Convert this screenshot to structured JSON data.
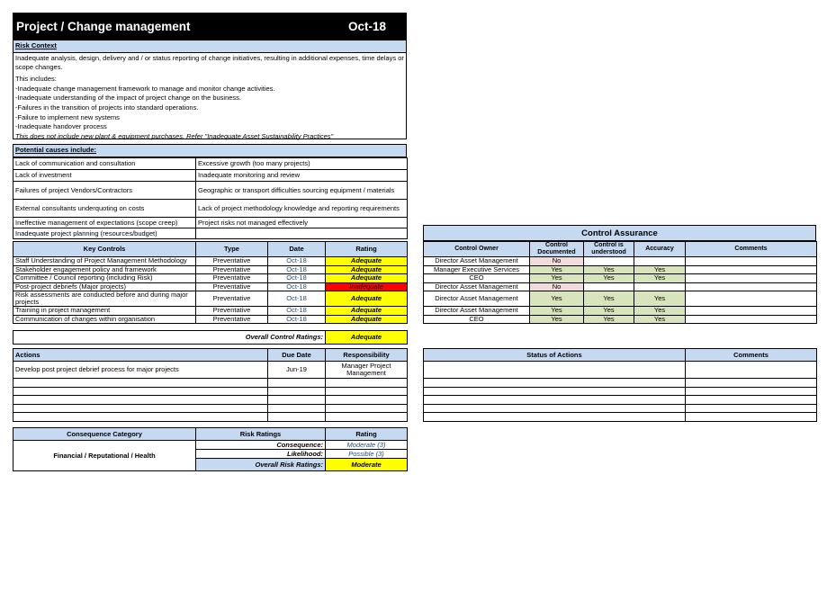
{
  "header": {
    "title": "Project / Change management",
    "date": "Oct-18"
  },
  "risk_context": {
    "heading": "Risk Context",
    "lines": [
      "Inadequate analysis, design, delivery and / or status reporting of change initiatives, resulting in additional expenses, time delays or scope changes.",
      "This includes:",
      "-Inadequate change management framework to manage and monitor change activities.",
      "-Inadequate understanding of the impact of project change on the business.",
      "-Failures in the transition of projects into standard operations.",
      "-Failure to implement new systems",
      "-Inadequate handover process",
      "This does not include new plant & equipment purchases.  Refer \"Inadequate Asset Sustainability Practices\""
    ]
  },
  "causes": {
    "heading": "Potential causes include:",
    "rows": [
      [
        "Lack of communication and consultation",
        "Excessive growth (too many projects)"
      ],
      [
        "Lack of investment",
        "Inadequate monitoring and review"
      ],
      [
        "Failures of project Vendors/Contractors",
        "Geographic or transport difficulties sourcing equipment / materials"
      ],
      [
        "External consultants underquoting on costs",
        "Lack of project methodology knowledge and reporting requirements"
      ],
      [
        "Ineffective management of expectations (scope creep)",
        "Project risks not managed effectively"
      ],
      [
        "Inadequate project planning (resources/budget)",
        ""
      ]
    ]
  },
  "controls": {
    "headers": [
      "Key Controls",
      "Type",
      "Date",
      "Rating"
    ],
    "rows": [
      {
        "name": "Staff Understanding of Project Management Methodology",
        "type": "Preventative",
        "date": "Oct-18",
        "rating": "Adequate"
      },
      {
        "name": "Stakeholder engagement policy and framework",
        "type": "Preventative",
        "date": "Oct-18",
        "rating": "Adequate"
      },
      {
        "name": "Committee / Council reporting (including Risk)",
        "type": "Preventative",
        "date": "Oct-18",
        "rating": "Adequate"
      },
      {
        "name": "Post-project debriefs (Major projects)",
        "type": "Preventative",
        "date": "Oct-18",
        "rating": "Inadequate"
      },
      {
        "name": "Risk assessments are conducted before and during major projects",
        "type": "Preventative",
        "date": "Oct-18",
        "rating": "Adequate"
      },
      {
        "name": "Training in project management",
        "type": "Preventative",
        "date": "Oct-18",
        "rating": "Adequate"
      },
      {
        "name": "Communication of changes within organisation",
        "type": "Preventative",
        "date": "Oct-18",
        "rating": "Adequate"
      }
    ],
    "overall_label": "Overall Control Ratings:",
    "overall_value": "Adequate"
  },
  "control_assurance": {
    "title": "Control Assurance",
    "headers": [
      "Control Owner",
      "Control Documented",
      "Control is understood",
      "Accuracy",
      "Comments"
    ],
    "rows": [
      {
        "owner": "Director Asset Management",
        "documented": "No",
        "understood": "",
        "accuracy": "",
        "comments": ""
      },
      {
        "owner": "Manager Executive Services",
        "documented": "Yes",
        "understood": "Yes",
        "accuracy": "Yes",
        "comments": ""
      },
      {
        "owner": "CEO",
        "documented": "Yes",
        "understood": "Yes",
        "accuracy": "Yes",
        "comments": ""
      },
      {
        "owner": "Director Asset Management",
        "documented": "No",
        "understood": "",
        "accuracy": "",
        "comments": ""
      },
      {
        "owner": "Director Asset Management",
        "documented": "Yes",
        "understood": "Yes",
        "accuracy": "Yes",
        "comments": ""
      },
      {
        "owner": "Director Asset Management",
        "documented": "Yes",
        "understood": "Yes",
        "accuracy": "Yes",
        "comments": ""
      },
      {
        "owner": "CEO",
        "documented": "Yes",
        "understood": "Yes",
        "accuracy": "Yes",
        "comments": ""
      }
    ]
  },
  "actions": {
    "headers": [
      "Actions",
      "Due Date",
      "Responsibility"
    ],
    "rows": [
      {
        "action": "Develop post project debrief process for major projects",
        "due": "Jun-19",
        "resp": "Manager Project Management"
      }
    ]
  },
  "status": {
    "headers": [
      "Status of Actions",
      "Comments"
    ]
  },
  "consequence": {
    "headers": [
      "Consequence Category",
      "Risk Ratings",
      "Rating"
    ],
    "category": "Financial / Reputational / Health",
    "consequence_label": "Consequence:",
    "consequence_value": "Moderate (3)",
    "likelihood_label": "Likelihood:",
    "likelihood_value": "Possible (3)",
    "overall_label": "Overall Risk Ratings:",
    "overall_value": "Moderate"
  }
}
